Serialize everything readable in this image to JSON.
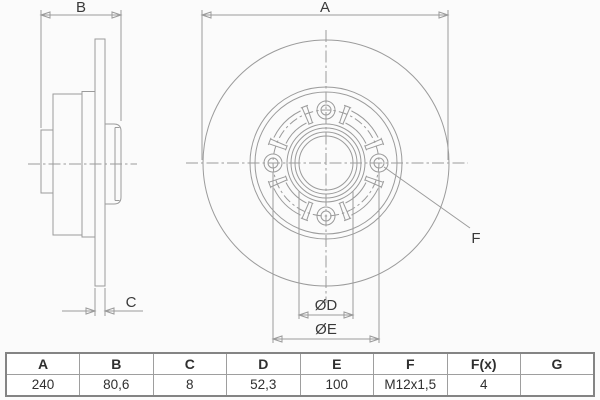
{
  "drawing": {
    "labels": {
      "a": "A",
      "b": "B",
      "c": "C",
      "d": "ØD",
      "e": "ØE",
      "f": "F"
    }
  },
  "table": {
    "headers": [
      "A",
      "B",
      "C",
      "D",
      "E",
      "F",
      "F(x)",
      "G"
    ],
    "values": [
      "240",
      "80,6",
      "8",
      "52,3",
      "100",
      "M12x1,5",
      "4",
      ""
    ]
  },
  "colors": {
    "line": "#9b9b9b",
    "dim": "#8e8e8e",
    "label": "#3a3a3a",
    "arrow": "#3a3a3a",
    "table_border": "#9e9e9e",
    "table_outer": "#848484",
    "table_text": "#2f2f2f",
    "bg": "#fbfbfb"
  }
}
